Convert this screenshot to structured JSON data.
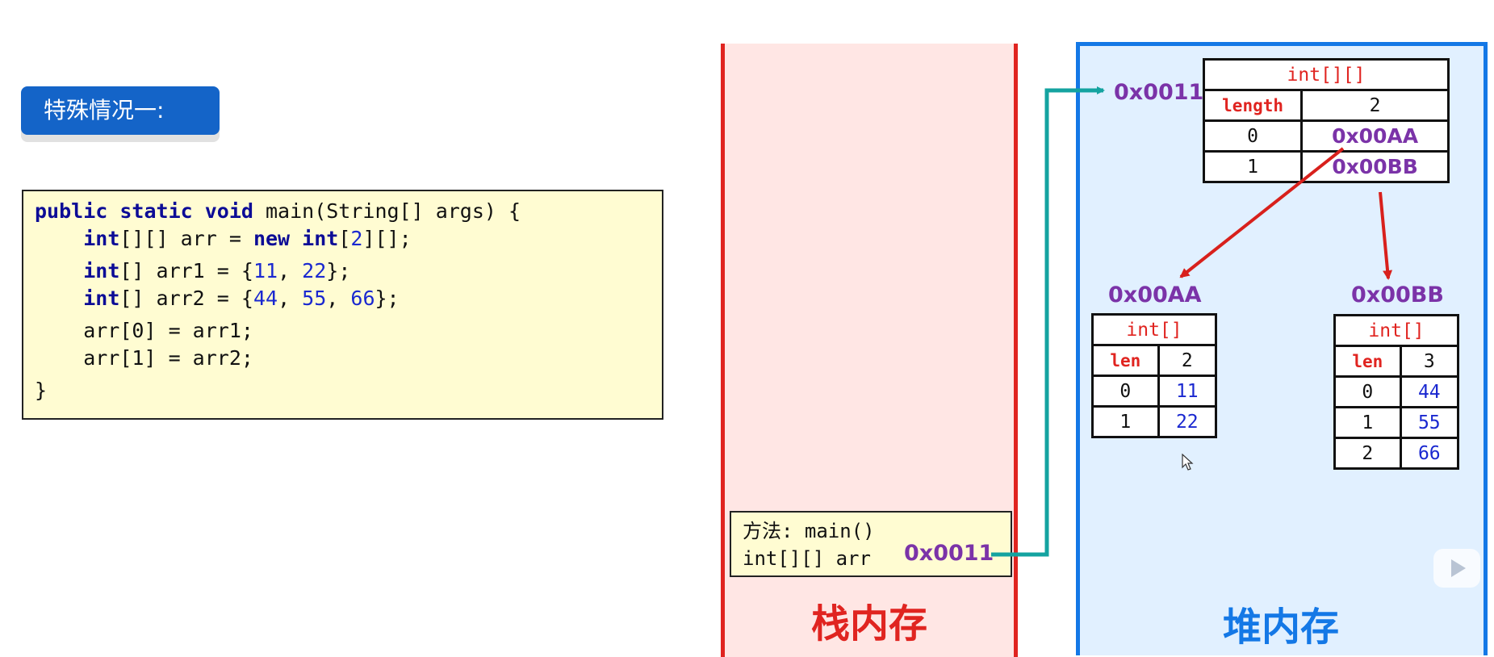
{
  "title": "特殊情况一:",
  "code": {
    "l1a": "public static void",
    "l1b": " main(String[] args) {",
    "l2_indent": "    ",
    "l2_kw1": "int",
    "l2_mid": "[][] arr = ",
    "l2_kw2": "new",
    "l2_kw3": " int",
    "l2_pre": "[",
    "l2_num": "2",
    "l2_post": "][];",
    "l3_kw": "int",
    "l3_a": "[] arr1 = {",
    "l3_n1": "11",
    "l3_sep": ", ",
    "l3_n2": "22",
    "l3_end": "};",
    "l4_kw": "int",
    "l4_a": "[] arr2 = {",
    "l4_n1": "44",
    "l4_sep1": ", ",
    "l4_n2": "55",
    "l4_sep2": ", ",
    "l4_n3": "66",
    "l4_end": "};",
    "l5": "    arr[0] = arr1;",
    "l6": "    arr[1] = arr2;",
    "l7": "}"
  },
  "stack": {
    "label": "栈内存",
    "frame_method": "方法: main()",
    "frame_var": "int[][] arr",
    "frame_addr": "0x0011"
  },
  "heap": {
    "label": "堆内存",
    "outer": {
      "addr": "0x0011",
      "type": "int[][]",
      "length_label": "length",
      "length": "2",
      "rows": [
        {
          "index": "0",
          "value": "0x00AA"
        },
        {
          "index": "1",
          "value": "0x00BB"
        }
      ]
    },
    "arr1": {
      "addr": "0x00AA",
      "type": "int[]",
      "len_label": "len",
      "len": "2",
      "rows": [
        {
          "index": "0",
          "value": "11"
        },
        {
          "index": "1",
          "value": "22"
        }
      ]
    },
    "arr2": {
      "addr": "0x00BB",
      "type": "int[]",
      "len_label": "len",
      "len": "3",
      "rows": [
        {
          "index": "0",
          "value": "44"
        },
        {
          "index": "1",
          "value": "55"
        },
        {
          "index": "2",
          "value": "66"
        }
      ]
    }
  },
  "colors": {
    "stack_border": "#e02420",
    "heap_border": "#1478e6",
    "pointer_teal": "#14a3a0",
    "pointer_red": "#d8201c",
    "address_purple": "#7b33a8"
  },
  "icons": [
    "mouse-cursor-icon",
    "play-icon"
  ]
}
